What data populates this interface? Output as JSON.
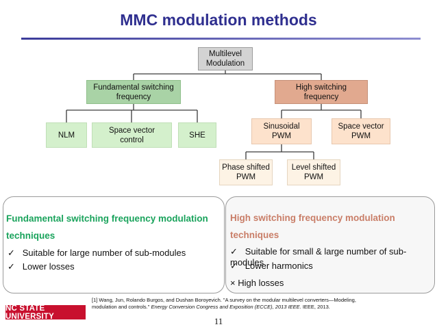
{
  "title": "MMC modulation methods",
  "tree": {
    "root": "Multilevel\nModulation",
    "fundamental": "Fundamental switching\nfrequency",
    "high": "High switching\nfrequency",
    "nlm": "NLM",
    "sv_control": "Space vector\ncontrol",
    "she": "SHE",
    "spwm": "Sinusoidal\nPWM",
    "svpwm": "Space vector\nPWM",
    "phase_shifted": "Phase shifted\nPWM",
    "level_shifted": "Level shifted\nPWM"
  },
  "left_panel": {
    "title_line1": "Fundamental switching frequency modulation",
    "title_line2": "techniques",
    "bullets": [
      "Suitable for large number of sub-modules",
      "Lower losses"
    ],
    "title_color": "#1aa35c"
  },
  "right_panel": {
    "title_line1": "High switching frequency modulation",
    "title_line2": "techniques",
    "bullets": [
      "Suitable for small & large number of sub-modules",
      "Lower harmonics"
    ],
    "con": "High losses",
    "title_color": "#c97e68"
  },
  "reference": {
    "line1": "[1] Wang, Jun, Rolando Burgos, and Dushan Boroyevich. \"A survey on the modular multilevel converters—Modeling,",
    "line2_plain": "modulation and controls.\" ",
    "line2_italic": "Energy Conversion Congress and Exposition (ECCE), 2013 IEEE",
    "line2_end": ". IEEE, 2013."
  },
  "footer": {
    "logo": "NC STATE UNIVERSITY",
    "page_number": "11"
  },
  "icons": {
    "check": "check-icon",
    "cross": "cross-icon"
  }
}
